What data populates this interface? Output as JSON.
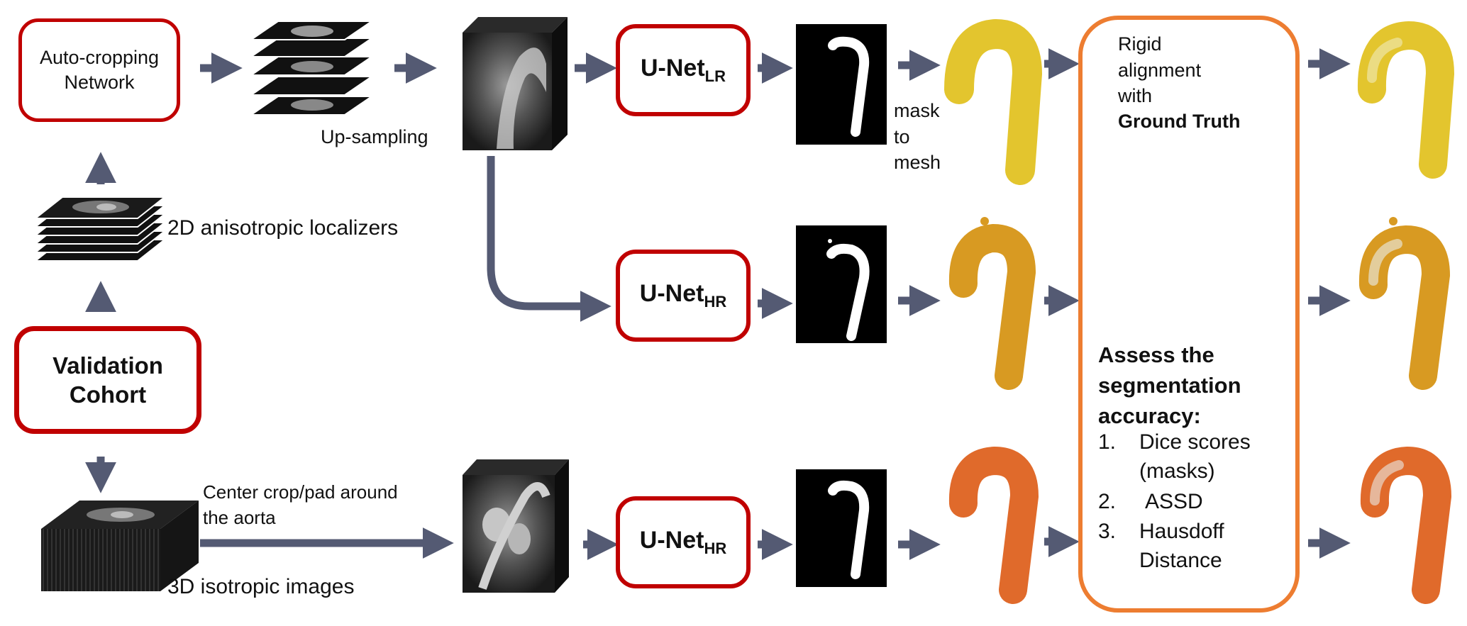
{
  "colors": {
    "node_border": "#c00000",
    "assess_border": "#ed7d31",
    "arrow": "#545a73",
    "mask_bg": "#000000",
    "mesh_yellow": "#e3c52e",
    "mesh_orange_gold": "#d89a22",
    "mesh_orange": "#e06a2b",
    "mesh_ground_truth": "#d8d8d8"
  },
  "nodes": {
    "auto_crop": "Auto-cropping\nNetwork",
    "validation": "Validation\nCohort",
    "unet_lr": {
      "name": "U-Net",
      "sub": "LR"
    },
    "unet_hr_1": {
      "name": "U-Net",
      "sub": "HR"
    },
    "unet_hr_2": {
      "name": "U-Net",
      "sub": "HR"
    }
  },
  "labels": {
    "up_sampling": "Up-sampling",
    "localizers": "2D anisotropic localizers",
    "iso_images": "3D isotropic images",
    "center_crop": "Center crop/pad around\nthe aorta",
    "mask_to_mesh": "mask\nto\nmesh"
  },
  "assess": {
    "rigid_line1": "Rigid\nalignment\nwith",
    "rigid_bold": "Ground Truth",
    "heading": "Assess the\nsegmentation\naccuracy:",
    "items": [
      {
        "num": "1.",
        "text": "Dice scores\n(masks)"
      },
      {
        "num": "2.",
        "text": "ASSD"
      },
      {
        "num": "3.",
        "text": "Hausdoff\nDistance"
      }
    ]
  },
  "icons": {
    "localizer_stack": "localizer-stack-icon",
    "upsampled_stack": "upsampled-stack-icon",
    "volume_cube": "mri-volume-cube-icon",
    "iso_block": "isotropic-volume-icon",
    "mask": "segmentation-mask-icon",
    "mesh": "aorta-mesh-icon"
  }
}
